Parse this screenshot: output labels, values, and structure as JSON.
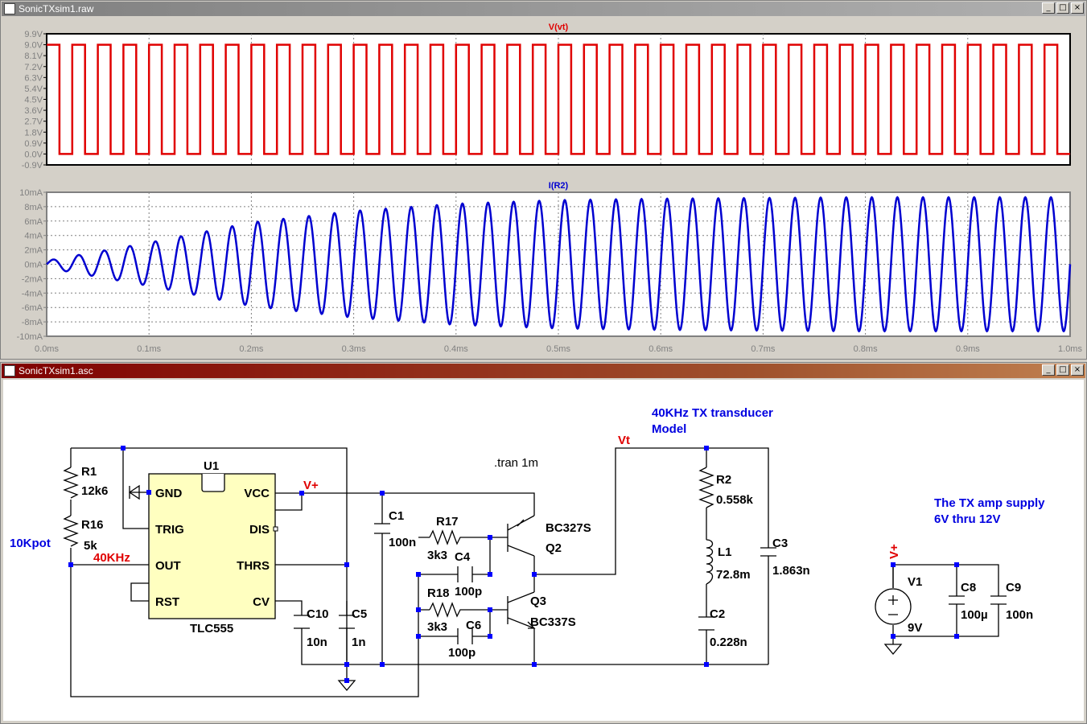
{
  "windows": {
    "waveform_title": "SonicTXsim1.raw",
    "schematic_title": "SonicTXsim1.asc",
    "btn_min": "_",
    "btn_max": "□",
    "btn_close": "×"
  },
  "plots": {
    "top_trace_label": "V(vt)",
    "bottom_trace_label": "I(R2)",
    "top_yticks": [
      "9.9V",
      "9.0V",
      "8.1V",
      "7.2V",
      "6.3V",
      "5.4V",
      "4.5V",
      "3.6V",
      "2.7V",
      "1.8V",
      "0.9V",
      "0.0V",
      "-0.9V"
    ],
    "bottom_yticks": [
      "10mA",
      "8mA",
      "6mA",
      "4mA",
      "2mA",
      "0mA",
      "-2mA",
      "-4mA",
      "-6mA",
      "-8mA",
      "-10mA"
    ],
    "xticks": [
      "0.0ms",
      "0.1ms",
      "0.2ms",
      "0.3ms",
      "0.4ms",
      "0.5ms",
      "0.6ms",
      "0.7ms",
      "0.8ms",
      "0.9ms",
      "1.0ms"
    ],
    "colors": {
      "voltage": "#e00000",
      "current": "#0000d0",
      "frame": "#808080",
      "grid": "#808080"
    }
  },
  "chart_data": [
    {
      "type": "line",
      "title": "V(vt)",
      "xlabel": "",
      "ylabel": "",
      "xlim": [
        0,
        1.0
      ],
      "ylim": [
        -0.9,
        9.9
      ],
      "x_unit": "ms",
      "series": [
        {
          "name": "V(vt)",
          "waveform": "square",
          "low": 0.0,
          "high": 9.0,
          "frequency_khz": 40,
          "cycles": 40
        }
      ]
    },
    {
      "type": "line",
      "title": "I(R2)",
      "xlabel": "",
      "ylabel": "",
      "xlim": [
        0,
        1.0
      ],
      "ylim": [
        -10,
        10
      ],
      "x_unit": "ms",
      "series": [
        {
          "name": "I(R2)",
          "waveform": "sine",
          "frequency_khz": 40,
          "amplitude_envelope_ma": [
            [
              0.0,
              0.5
            ],
            [
              0.1,
              3.0
            ],
            [
              0.2,
              5.8
            ],
            [
              0.3,
              7.4
            ],
            [
              0.4,
              8.4
            ],
            [
              0.5,
              8.9
            ],
            [
              0.6,
              9.1
            ],
            [
              0.7,
              9.2
            ],
            [
              0.8,
              9.3
            ],
            [
              0.9,
              9.3
            ],
            [
              1.0,
              9.3
            ]
          ]
        }
      ]
    }
  ],
  "schematic": {
    "tran": ".tran 1m",
    "pot_label": "10Kpot",
    "freq_label": "40KHz",
    "model_title_1": "40KHz TX transducer",
    "model_title_2": "Model",
    "supply_note_1": "The TX amp supply",
    "supply_note_2": "6V thru 12V",
    "net_vt": "Vt",
    "net_vplus": "V+",
    "ic": {
      "ref": "U1",
      "part": "TLC555",
      "pins": {
        "gnd": "GND",
        "trig": "TRIG",
        "out": "OUT",
        "rst": "RST",
        "vcc": "VCC",
        "dis": "DIS",
        "thrs": "THRS",
        "cv": "CV"
      }
    },
    "components": {
      "r1": {
        "ref": "R1",
        "val": "12k6"
      },
      "r16": {
        "ref": "R16",
        "val": "5k"
      },
      "r17": {
        "ref": "R17",
        "val": "3k3"
      },
      "r18": {
        "ref": "R18",
        "val": "3k3"
      },
      "r2": {
        "ref": "R2",
        "val": "0.558k"
      },
      "c1": {
        "ref": "C1",
        "val": "100n"
      },
      "c4": {
        "ref": "C4",
        "val": "100p"
      },
      "c6": {
        "ref": "C6",
        "val": "100p"
      },
      "c10": {
        "ref": "C10",
        "val": "10n"
      },
      "c5": {
        "ref": "C5",
        "val": "1n"
      },
      "c2": {
        "ref": "C2",
        "val": "0.228n"
      },
      "c3": {
        "ref": "C3",
        "val": "1.863n"
      },
      "c8": {
        "ref": "C8",
        "val": "100µ"
      },
      "c9": {
        "ref": "C9",
        "val": "100n"
      },
      "l1": {
        "ref": "L1",
        "val": "72.8m"
      },
      "q2": {
        "ref": "Q2",
        "val": "BC327S"
      },
      "q3": {
        "ref": "Q3",
        "val": "BC337S"
      },
      "v1": {
        "ref": "V1",
        "val": "9V"
      }
    }
  }
}
